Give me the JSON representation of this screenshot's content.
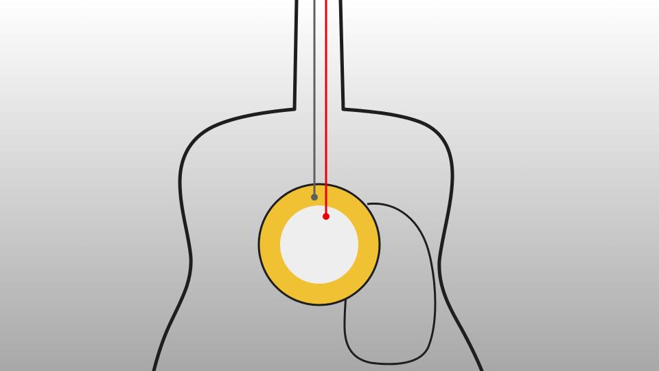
{
  "colors": {
    "background_top": "#ffffff",
    "background_bottom": "#a8a8a8",
    "outline": "#1e1e1e",
    "disc_ring": "#f0c133",
    "disc_center": "#eeeeee",
    "ground_wire": "#5f5f5f",
    "signal_wire": "#e8000b"
  },
  "parts": {
    "guitar_body": "guitar-outline",
    "pickguard": "pickguard-outline",
    "piezo_disc": "piezo-disc",
    "wires": [
      "ground-wire",
      "signal-wire"
    ]
  }
}
